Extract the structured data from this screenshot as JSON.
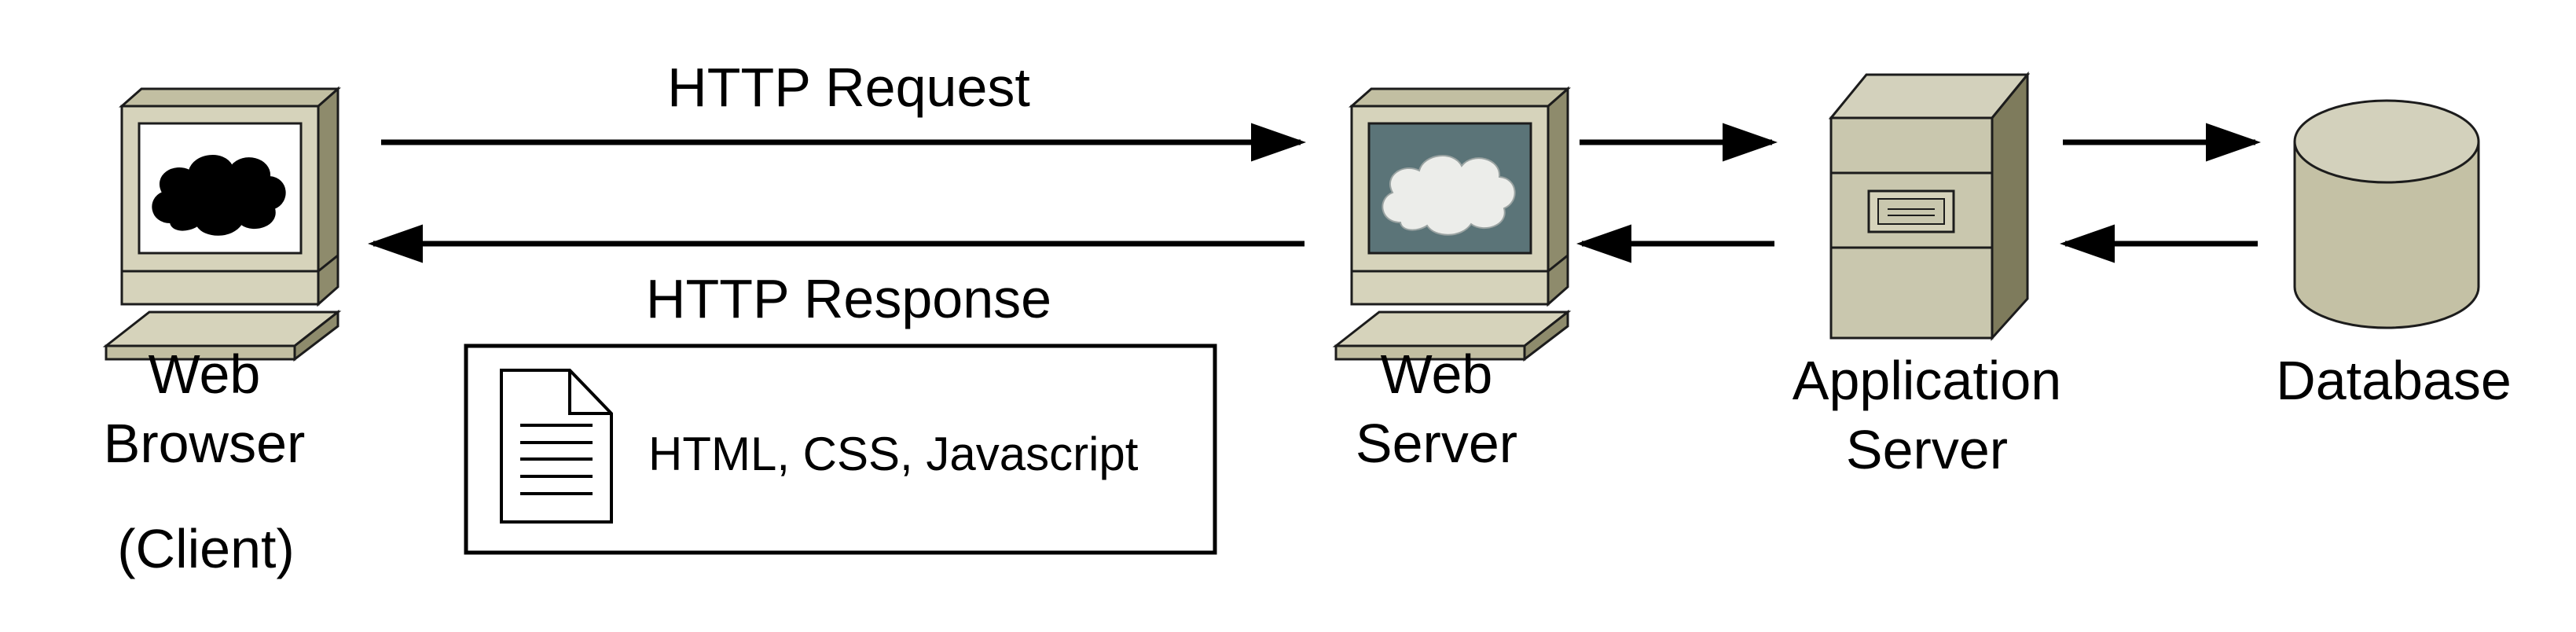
{
  "labels": {
    "browser_line1": "Web",
    "browser_line2": "Browser",
    "browser_line3": "(Client)",
    "web_server_line1": "Web",
    "web_server_line2": "Server",
    "app_server_line1": "Application",
    "app_server_line2": "Server",
    "database": "Database",
    "http_request": "HTTP Request",
    "http_response": "HTTP Response",
    "response_content": "HTML, CSS, Javascript"
  },
  "icons": {
    "client_computer": "computer-icon",
    "web_server_computer": "computer-icon",
    "application_server": "server-tower-icon",
    "database": "database-cylinder-icon",
    "response_document": "document-icon"
  },
  "colors": {
    "device_front": "#d6d3bb",
    "device_side": "#8e8b6c",
    "device_top": "#c2bfa2",
    "client_screen": "#ffffff",
    "client_cloud": "#000000",
    "server_screen": "#5b7478",
    "server_cloud": "#ecedea",
    "app_front": "#c9c7ae",
    "app_side": "#7e7b5c",
    "db_body": "#c4c1a5",
    "db_top": "#d3d1bc",
    "outline": "#1c1c1c",
    "arrow": "#000000"
  }
}
